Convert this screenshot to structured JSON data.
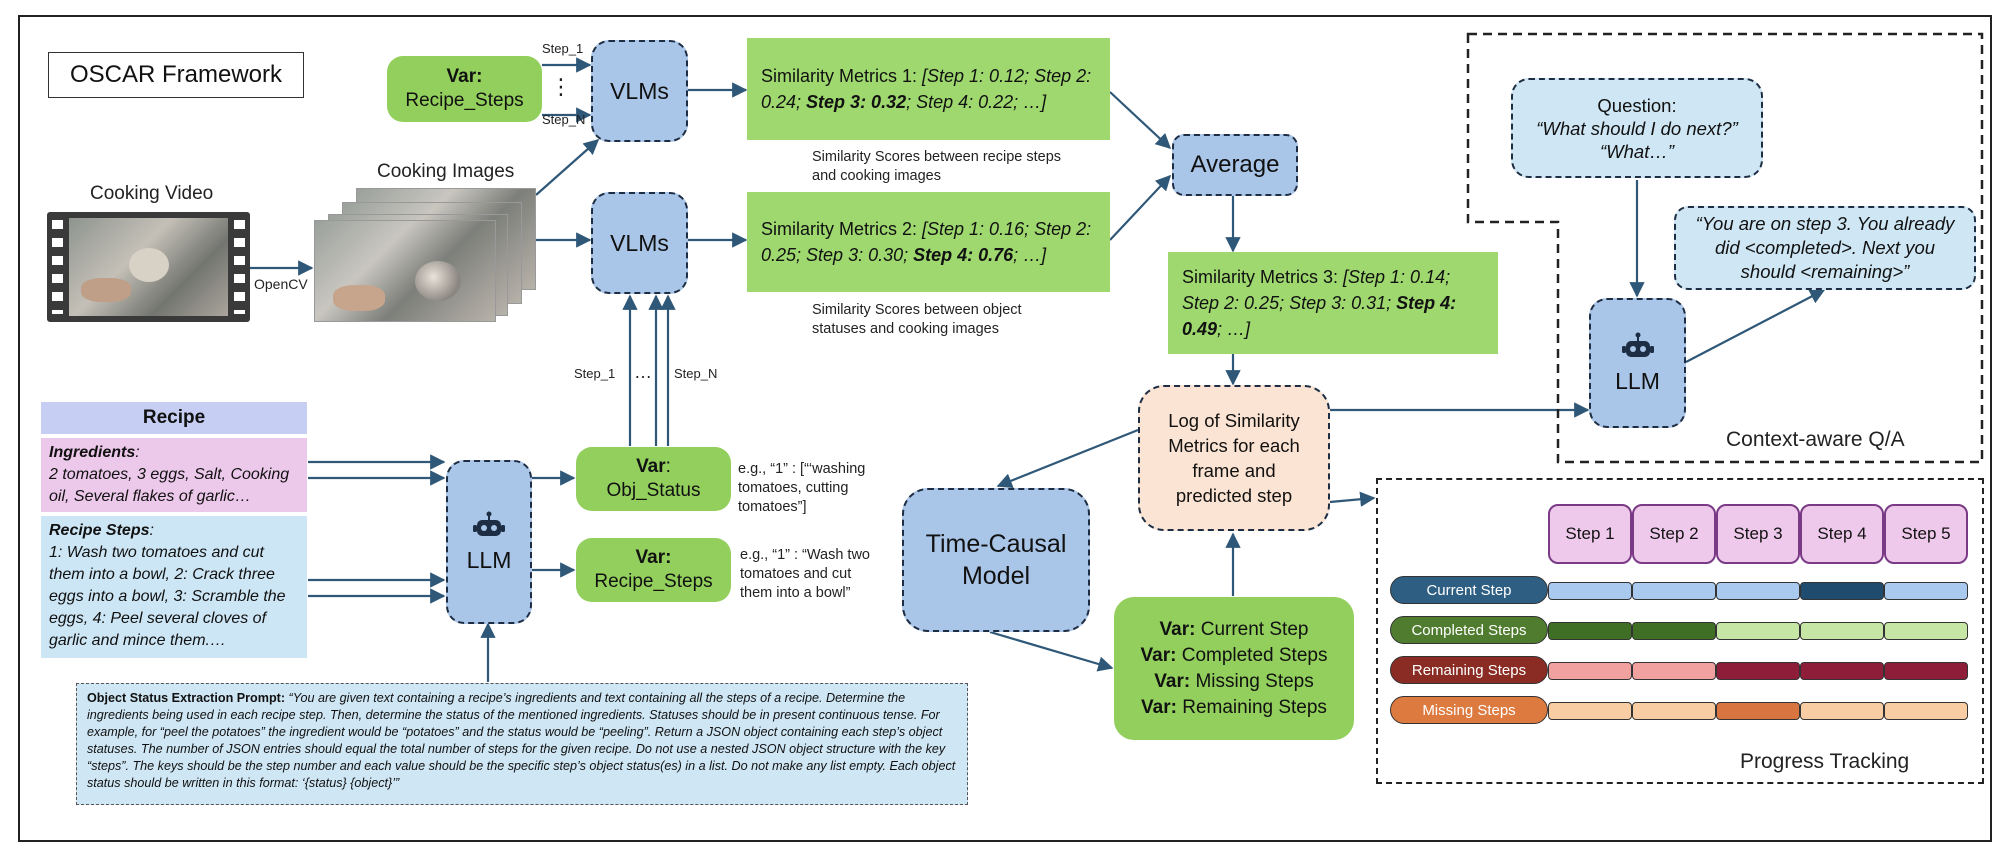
{
  "title": "OSCAR Framework",
  "cooking_video_label": "Cooking Video",
  "cooking_images_label": "Cooking Images",
  "opencv_label": "OpenCV",
  "var_recipe_steps_top": {
    "prefix": "Var:",
    "name": "Recipe_Steps"
  },
  "step_1_label": "Step_1",
  "step_n_label": "Step_N",
  "vertical_dots": "⋮",
  "horizontal_dots": "…",
  "vlms_label": "VLMs",
  "sim1": {
    "prefix": "Similarity Metrics 1:",
    "body_a": " [Step 1: 0.12; Step 2: 0.24; ",
    "bold": "Step 3: 0.32",
    "body_b": "; Step 4: 0.22; …]"
  },
  "sim1_caption": "Similarity Scores between recipe steps and cooking images",
  "sim2": {
    "prefix": "Similarity Metrics 2:",
    "body_a": " [Step 1: 0.16; Step 2: 0.25; Step 3: 0.30; ",
    "bold": "Step 4: 0.76",
    "body_b": "; …]"
  },
  "sim2_caption": "Similarity Scores between object statuses and cooking images",
  "average_label": "Average",
  "sim3": {
    "prefix": "Similarity Metrics 3:",
    "body_a": " [Step 1: 0.14; Step 2: 0.25; Step 3: 0.31; ",
    "bold": "Step 4: 0.49",
    "body_b": "; …]"
  },
  "log_label": "Log of Similarity Metrics for each frame and predicted step",
  "time_causal_label": "Time-Causal Model",
  "var_outputs": [
    {
      "prefix": "Var:",
      "name": " Current Step"
    },
    {
      "prefix": "Var:",
      "name": " Completed Steps"
    },
    {
      "prefix": "Var:",
      "name": " Missing Steps"
    },
    {
      "prefix": "Var:",
      "name": " Remaining Steps"
    }
  ],
  "recipe": {
    "header": "Recipe",
    "ingredients_title": "Ingredients",
    "ingredients_text": "2 tomatoes, 3 eggs, Salt, Cooking oil, Several flakes of garlic…",
    "steps_title": "Recipe Steps",
    "steps_text": "1: Wash two tomatoes and cut them into a bowl, 2: Crack three eggs into a bowl, 3: Scramble the eggs, 4: Peel several cloves of garlic and mince them.…"
  },
  "llm_label": "LLM",
  "var_obj_status": {
    "prefix": "Var",
    "name": "Obj_Status"
  },
  "var_recipe_steps_bottom": {
    "prefix": "Var:",
    "name": "Recipe_Steps"
  },
  "obj_example": "e.g., “1” : [“‘washing tomatoes, cutting tomatoes”]",
  "steps_example": "e.g., “1” : “Wash two tomatoes and cut them into a bowl”",
  "prompt": {
    "title": "Object Status Extraction Prompt:",
    "text": " “You are given text containing a recipe’s ingredients and text containing all the steps of a recipe. Determine the ingredients being used in each recipe step. Then, determine the status of the mentioned ingredients. Statuses should be in present continuous tense. For example, for “peel the potatoes” the ingredient would be “potatoes” and the status would be “peeling”. Return a JSON object containing each step’s object statuses. The number of JSON entries should equal the total number of steps for the given recipe. Do not use a nested JSON object structure with the key “steps”. The keys should be the step number and each value should be the specific step’s object status(es) in a list. Do not make any list empty. Each object status should be written in this format: ‘{status} {object}’”"
  },
  "qa": {
    "question_label": "Question:",
    "question_1": "“What should I do next?”",
    "question_2": "“What…”",
    "answer": "“You are on step 3. You already did <completed>. Next you should <remaining>”",
    "llm_label": "LLM",
    "section_label": "Context-aware Q/A"
  },
  "progress": {
    "steps": [
      "Step 1",
      "Step 2",
      "Step 3",
      "Step 4",
      "Step 5"
    ],
    "rows": [
      {
        "label": "Current Step",
        "color": "#2e5f83",
        "cells": [
          "#a9c9ee",
          "#a9c9ee",
          "#a9c9ee",
          "#1f4b6e",
          "#a9c9ee"
        ]
      },
      {
        "label": "Completed Steps",
        "color": "#4f7c2f",
        "cells": [
          "#3f6f24",
          "#3f6f24",
          "#c6e6a6",
          "#c6e6a6",
          "#c6e6a6"
        ]
      },
      {
        "label": "Remaining Steps",
        "color": "#8a2c23",
        "cells": [
          "#f2a1a1",
          "#f2a1a1",
          "#8e1d3a",
          "#8e1d3a",
          "#8e1d3a"
        ]
      },
      {
        "label": "Missing Steps",
        "color": "#dd7a3f",
        "cells": [
          "#f8cda4",
          "#f8cda4",
          "#d8743f",
          "#f8cda4",
          "#f8cda4"
        ]
      }
    ],
    "section_label": "Progress Tracking"
  }
}
